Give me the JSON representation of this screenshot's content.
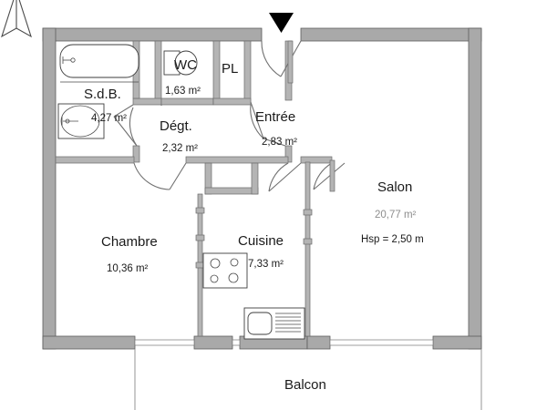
{
  "document": {
    "type": "apartment-floor-plan",
    "background_color": "#ffffff",
    "wall_fill": "#a9a9a9",
    "wall_stroke": "#5d5d5d",
    "text_color": "#1a1a1a"
  },
  "compass": {
    "name": "north-arrow",
    "label": ""
  },
  "entry_marker": {
    "name": "entrance-arrow",
    "label": ""
  },
  "rooms": [
    {
      "key": "sdb",
      "name": "S.d.B.",
      "area": "4,27 m²",
      "extra": ""
    },
    {
      "key": "wc",
      "name": "WC",
      "area": "1,63 m²",
      "extra": ""
    },
    {
      "key": "pl",
      "name": "PL",
      "area": "",
      "extra": ""
    },
    {
      "key": "degt",
      "name": "Dégt.",
      "area": "2,32 m²",
      "extra": ""
    },
    {
      "key": "entree",
      "name": "Entrée",
      "area": "2,83 m²",
      "extra": ""
    },
    {
      "key": "salon",
      "name": "Salon",
      "area": "20,77 m²",
      "extra": "Hsp = 2,50 m"
    },
    {
      "key": "chambre",
      "name": "Chambre",
      "area": "10,36 m²",
      "extra": ""
    },
    {
      "key": "cuisine",
      "name": "Cuisine",
      "area": "7,33 m²",
      "extra": ""
    },
    {
      "key": "balcon",
      "name": "Balcon",
      "area": "",
      "extra": ""
    }
  ],
  "fixtures": [
    {
      "key": "bathtub",
      "name": "bathtub-fixture"
    },
    {
      "key": "washbasin",
      "name": "washbasin-fixture"
    },
    {
      "key": "toilet",
      "name": "toilet-fixture"
    },
    {
      "key": "cooktop",
      "name": "cooktop-fixture"
    },
    {
      "key": "kitchen_sink",
      "name": "kitchen-sink-fixture"
    }
  ]
}
